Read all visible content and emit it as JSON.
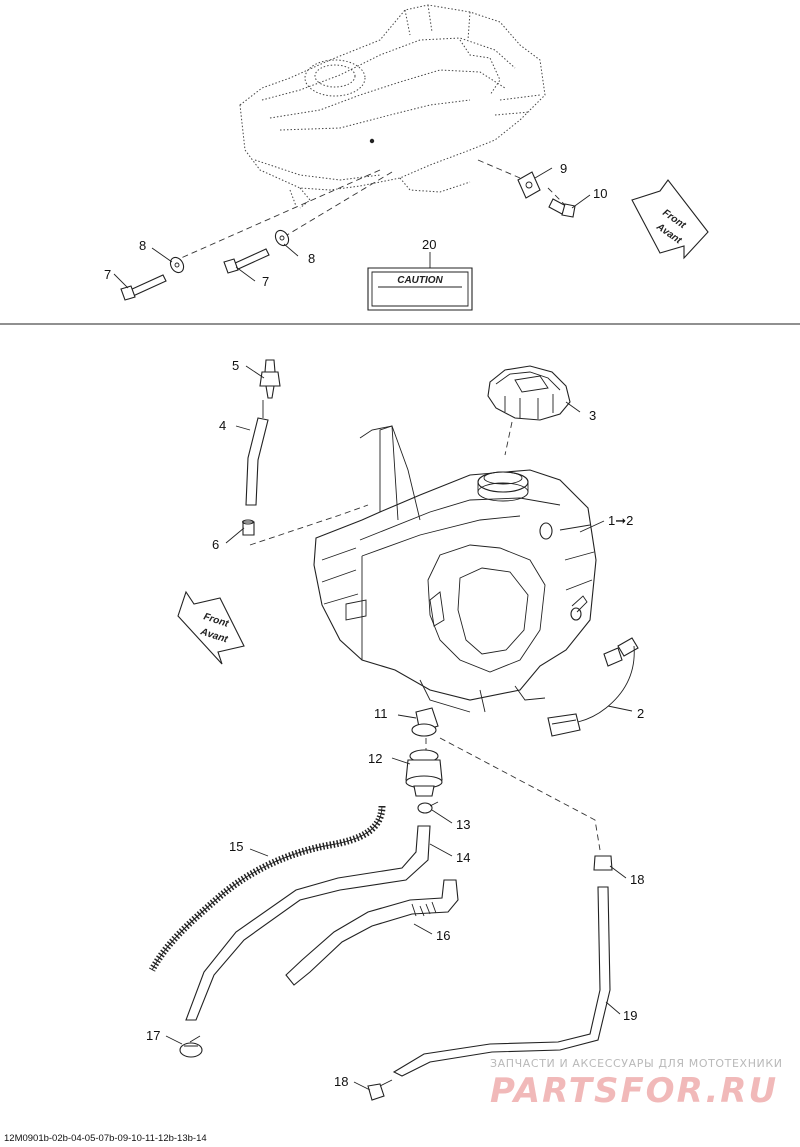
{
  "callouts": {
    "c9": "9",
    "c10": "10",
    "c8a": "8",
    "c8b": "8",
    "c7a": "7",
    "c7b": "7",
    "c20": "20",
    "c5": "5",
    "c3": "3",
    "c4": "4",
    "c1": "1➞2",
    "c6": "6",
    "c2": "2",
    "c11": "11",
    "c12": "12",
    "c13": "13",
    "c15": "15",
    "c14": "14",
    "c18a": "18",
    "c16": "16",
    "c19": "19",
    "c17": "17",
    "c18b": "18"
  },
  "labels": {
    "caution": "CAUTION",
    "front_top": "Front",
    "avant_top": "Avant",
    "front_mid": "Front",
    "avant_mid": "Avant"
  },
  "watermark": {
    "line1": "ЗАПЧАСТИ И АКСЕССУАРЫ ДЛЯ МОТОТЕХНИКИ",
    "line2": "PARTSFOR.RU"
  },
  "footer": {
    "ref": "12M0901b-02b-04-05-07b-09-10-11-12b-13b-14"
  },
  "colors": {
    "ink": "#222222",
    "watermark_text": "#b9b9b9",
    "watermark_logo": "#f1b9b9"
  }
}
